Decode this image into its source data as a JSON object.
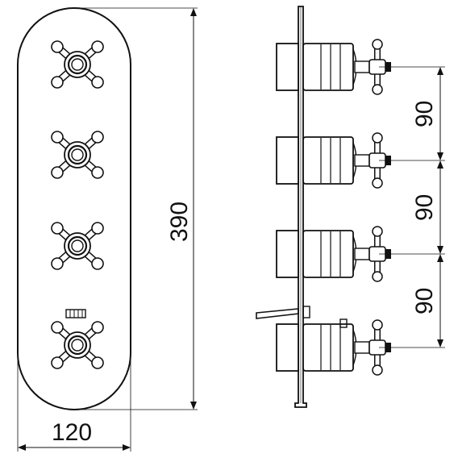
{
  "dimensions": {
    "total_height": "390",
    "width": "120",
    "spacing_1": "90",
    "spacing_2": "90",
    "spacing_3": "90"
  },
  "front_view": {
    "handles": [
      {
        "type": "cross-handle"
      },
      {
        "type": "cross-handle"
      },
      {
        "type": "cross-handle"
      },
      {
        "type": "cross-handle",
        "thermostatic_indicator": true
      }
    ]
  },
  "side_view": {
    "valve_bodies": 4,
    "diverter_lever": true
  },
  "colors": {
    "line": "#111111",
    "background": "#ffffff"
  }
}
